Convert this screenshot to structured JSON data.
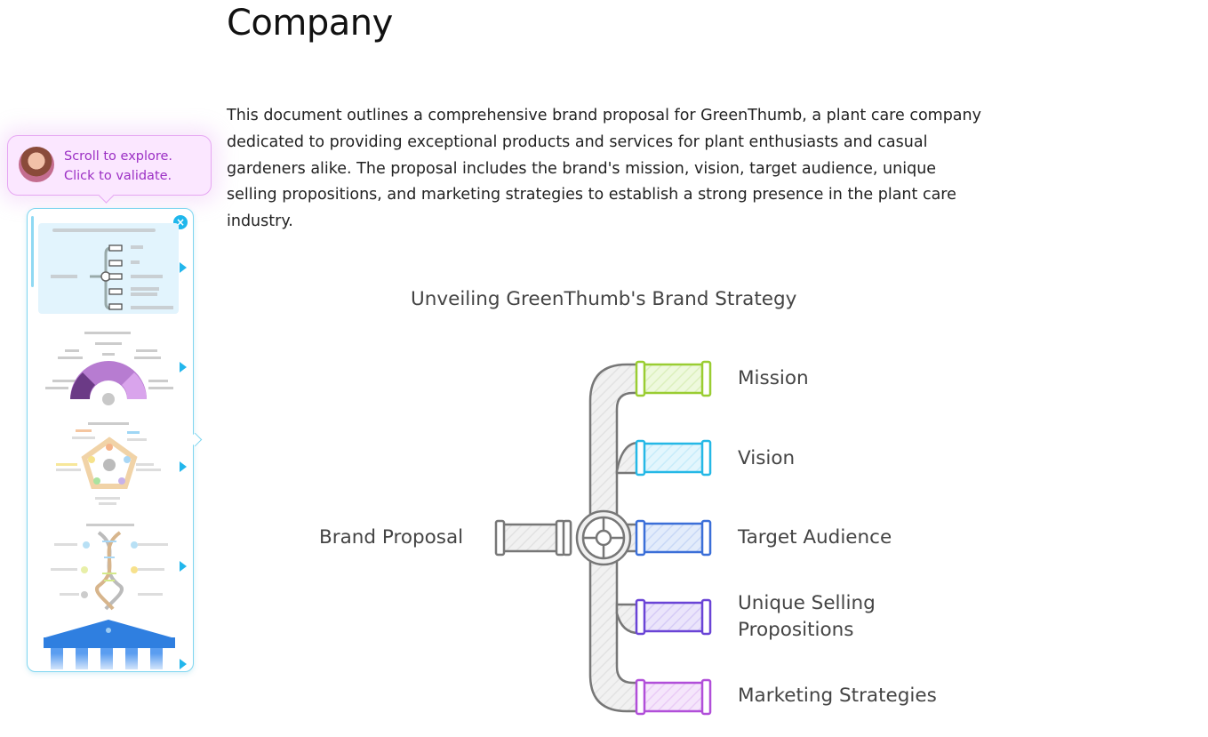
{
  "header": {
    "title": "Company"
  },
  "intro": {
    "text": "This document outlines a comprehensive brand proposal for GreenThumb, a plant care company dedicated to providing exceptional products and services for plant enthusiasts and casual gardeners alike. The proposal includes the brand's mission, vision, target audience, unique selling propositions, and marketing strategies to establish a strong presence in the plant care industry."
  },
  "tooltip": {
    "line1": "Scroll to explore.",
    "line2": "Click to validate."
  },
  "panel": {
    "close_icon": "close-icon",
    "accent": "#1fb7ec"
  },
  "diagram": {
    "title": "Unveiling GreenThumb's Brand Strategy",
    "source": "Brand Proposal",
    "branches": [
      {
        "label": "Mission",
        "color": "#9acd32"
      },
      {
        "label": "Vision",
        "color": "#25b8e6"
      },
      {
        "label": "Target Audience",
        "color": "#3b6fd8"
      },
      {
        "label_line1": "Unique Selling",
        "label_line2": "Propositions",
        "color": "#6a44d6"
      },
      {
        "label": "Marketing Strategies",
        "color": "#b14fd9"
      }
    ]
  }
}
